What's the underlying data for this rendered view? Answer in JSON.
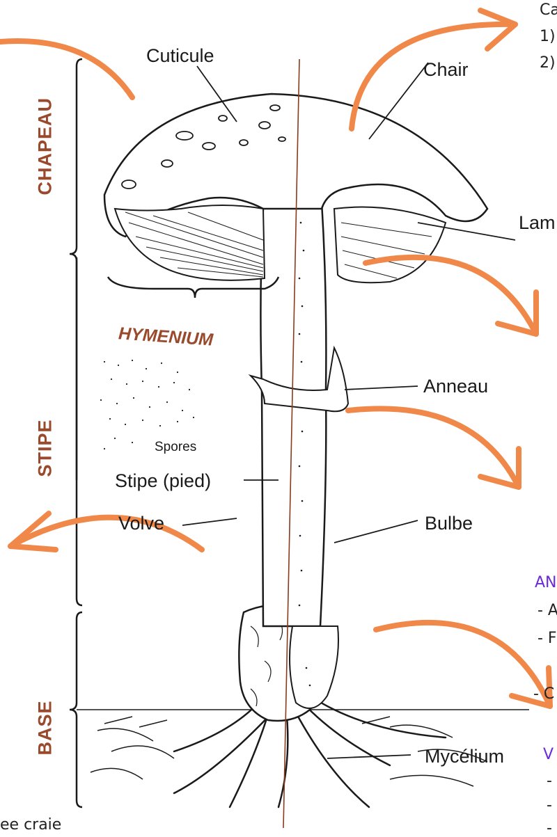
{
  "labels": {
    "cuticule": "Cuticule",
    "chair": "Chair",
    "lamelles": "Lam",
    "anneau": "Anneau",
    "stipe_pied": "Stipe (pied)",
    "spores": "Spores",
    "volve": "Volve",
    "bulbe": "Bulbe",
    "mycelium": "Mycélium"
  },
  "sections": {
    "chapeau": "CHAPEAU",
    "stipe": "STIPE",
    "base": "BASE",
    "hymenium": "HYMENIUM"
  },
  "side_notes": {
    "line1": "Ca",
    "line2": "1)",
    "line3": "2)",
    "an": "AN",
    "a": "- A",
    "f": "- F",
    "c": "- C",
    "v": "V",
    "dash1": "-",
    "dash2": "-",
    "dash3": "-",
    "footer": "ee craie"
  },
  "colors": {
    "arrow": "#f0884a",
    "section_text": "#9a4a2c",
    "purple": "#6a2bd9",
    "ink": "#1a1a1a",
    "center_line": "#8a3a1c"
  }
}
